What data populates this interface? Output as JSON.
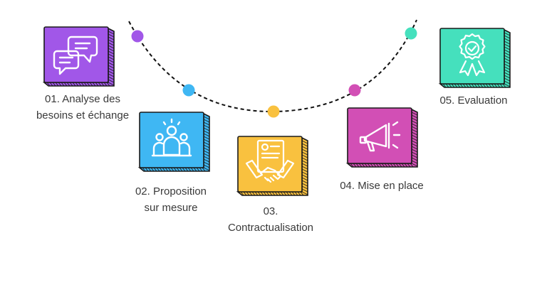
{
  "colors": {
    "purple": "#a157e8",
    "blue": "#3fb7f3",
    "yellow": "#f9c13f",
    "magenta": "#d24fb5",
    "teal": "#45e0bd",
    "path": "#111111",
    "outline": "#1a1a1a"
  },
  "steps": [
    {
      "id": "analyse",
      "color": "#a157e8",
      "icon": "chat-bubbles-icon",
      "label_lines": [
        "01. Analyse des",
        "besoins et échange"
      ]
    },
    {
      "id": "proposition",
      "color": "#3fb7f3",
      "icon": "team-icon",
      "label_lines": [
        "02. Proposition",
        "sur mesure"
      ]
    },
    {
      "id": "contractualisation",
      "color": "#f9c13f",
      "icon": "handshake-contract-icon",
      "label_lines": [
        "03.",
        "Contractualisation"
      ]
    },
    {
      "id": "mise-en-place",
      "color": "#d24fb5",
      "icon": "megaphone-icon",
      "label_lines": [
        "04. Mise en place"
      ]
    },
    {
      "id": "evaluation",
      "color": "#45e0bd",
      "icon": "award-badge-icon",
      "label_lines": [
        "05. Evaluation"
      ]
    }
  ],
  "path_dots": [
    {
      "color": "#a157e8"
    },
    {
      "color": "#3fb7f3"
    },
    {
      "color": "#f9c13f"
    },
    {
      "color": "#d24fb5"
    },
    {
      "color": "#45e0bd"
    }
  ]
}
